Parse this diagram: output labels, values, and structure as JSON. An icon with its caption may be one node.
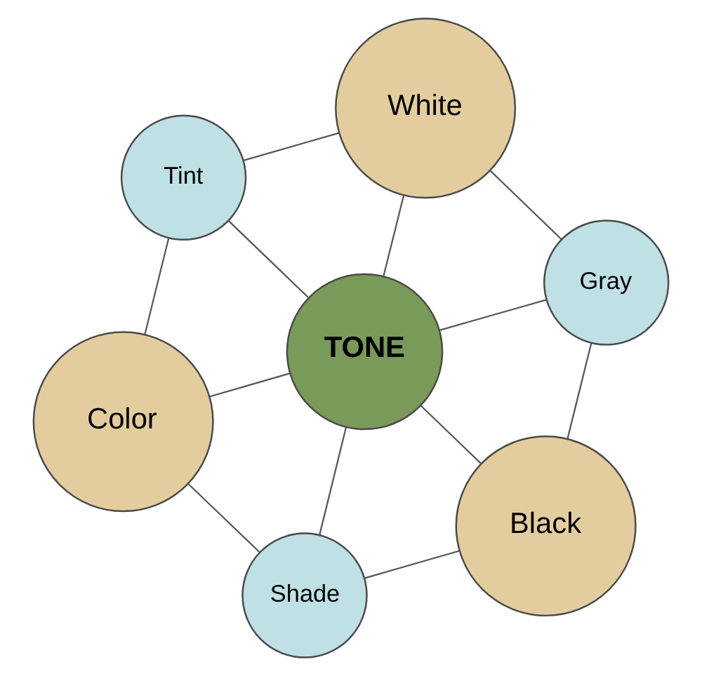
{
  "diagram": {
    "nodes": [
      {
        "text": [
          "White"
        ]
      },
      {
        "text": [
          "Tint"
        ]
      },
      {
        "text": [
          "Gray"
        ]
      },
      {
        "text": [
          "TONE"
        ]
      },
      {
        "text": [
          "Color"
        ]
      },
      {
        "text": [
          "Black"
        ]
      },
      {
        "text": [
          "Shade"
        ]
      }
    ],
    "edges": [
      {
        "from": 1,
        "to": 0,
        "arrow": "none"
      },
      {
        "from": 0,
        "to": 2,
        "arrow": "none"
      },
      {
        "from": 0,
        "to": 3,
        "arrow": "none"
      },
      {
        "from": 1,
        "to": 4,
        "arrow": "none"
      },
      {
        "from": 1,
        "to": 3,
        "arrow": "none"
      },
      {
        "from": 2,
        "to": 3,
        "arrow": "none"
      },
      {
        "from": 2,
        "to": 5,
        "arrow": "none"
      },
      {
        "from": 4,
        "to": 3,
        "arrow": "none"
      },
      {
        "from": 4,
        "to": 6,
        "arrow": "none"
      },
      {
        "from": 3,
        "to": 6,
        "arrow": "none"
      },
      {
        "from": 3,
        "to": 5,
        "arrow": "none"
      },
      {
        "from": 6,
        "to": 5,
        "arrow": "none"
      }
    ]
  }
}
